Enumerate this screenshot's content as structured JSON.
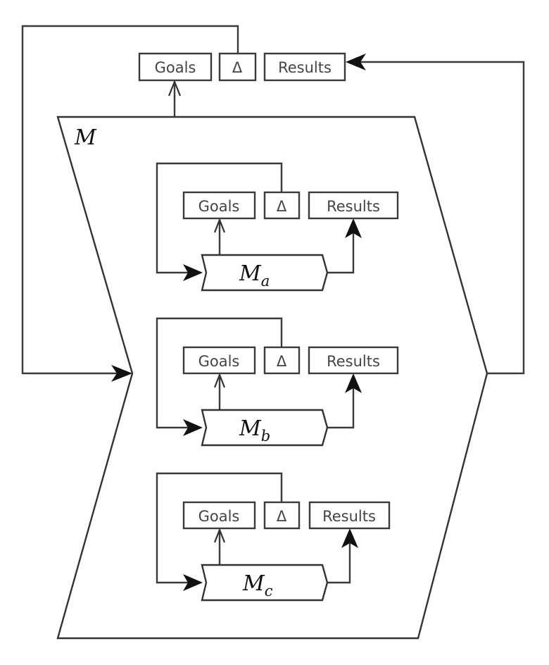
{
  "diagram": {
    "type": "nested-feedback-hierarchy",
    "outer": {
      "label": "M",
      "goals_label": "Goals",
      "delta_label": "Δ",
      "results_label": "Results"
    },
    "submodules": [
      {
        "label": "M",
        "subscript": "a",
        "goals_label": "Goals",
        "delta_label": "Δ",
        "results_label": "Results"
      },
      {
        "label": "M",
        "subscript": "b",
        "goals_label": "Goals",
        "delta_label": "Δ",
        "results_label": "Results"
      },
      {
        "label": "M",
        "subscript": "c",
        "goals_label": "Goals",
        "delta_label": "Δ",
        "results_label": "Results"
      }
    ],
    "edges": [
      {
        "from": "M",
        "to": "Goals",
        "style": "open-arrow"
      },
      {
        "from": "Δ",
        "to": "M",
        "style": "filled-arrow",
        "route": "loop-left"
      },
      {
        "from": "M",
        "to": "Results",
        "style": "filled-arrow",
        "route": "loop-right"
      }
    ],
    "colors": {
      "stroke": "#333333",
      "text": "#444444",
      "background": "#ffffff"
    }
  }
}
